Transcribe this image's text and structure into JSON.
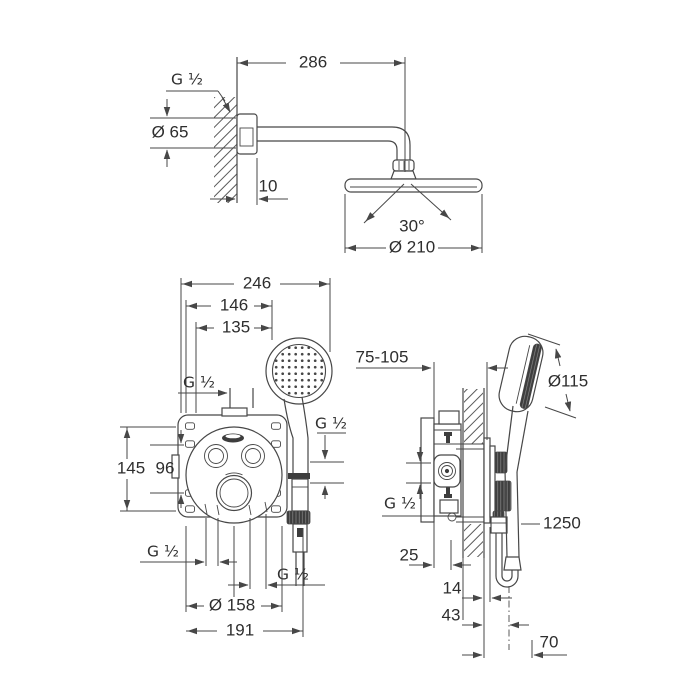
{
  "drawing": {
    "background": "#ffffff",
    "line_color": "#474747",
    "text_color": "#2e2e2e",
    "dark_color": "#3d3d3d",
    "views": {
      "head_shower_side": {
        "dims": {
          "arm_projection": "286",
          "wall_thread": "G ¹⁄₂",
          "escutcheon_diameter": "Ø 65",
          "escutcheon_depth": "10",
          "spray_angle": "30°",
          "head_diameter": "Ø 210"
        }
      },
      "mixer_front": {
        "dims": {
          "overall_width": "246",
          "hose_offset": "146",
          "inner_offset": "135",
          "top_outlet_thread": "G ¹⁄₂",
          "plate_height": "145",
          "screw_spacing": "96",
          "hand_shower_thread": "G ¹⁄₂",
          "bottom_left_thread": "G ¹⁄₂",
          "bottom_right_thread": "G ¹⁄₂",
          "trim_diameter": "Ø 158",
          "width_to_holder": "191"
        }
      },
      "mixer_side": {
        "dims": {
          "installation_depth": "75-105",
          "hand_shower_diameter": "Ø115",
          "inlet_thread": "G ¹⁄₂",
          "hose_length": "1250",
          "box_depth": "25",
          "trim_protrusion": "14",
          "knob_protrusion": "43",
          "hose_offset": "70"
        }
      }
    }
  }
}
